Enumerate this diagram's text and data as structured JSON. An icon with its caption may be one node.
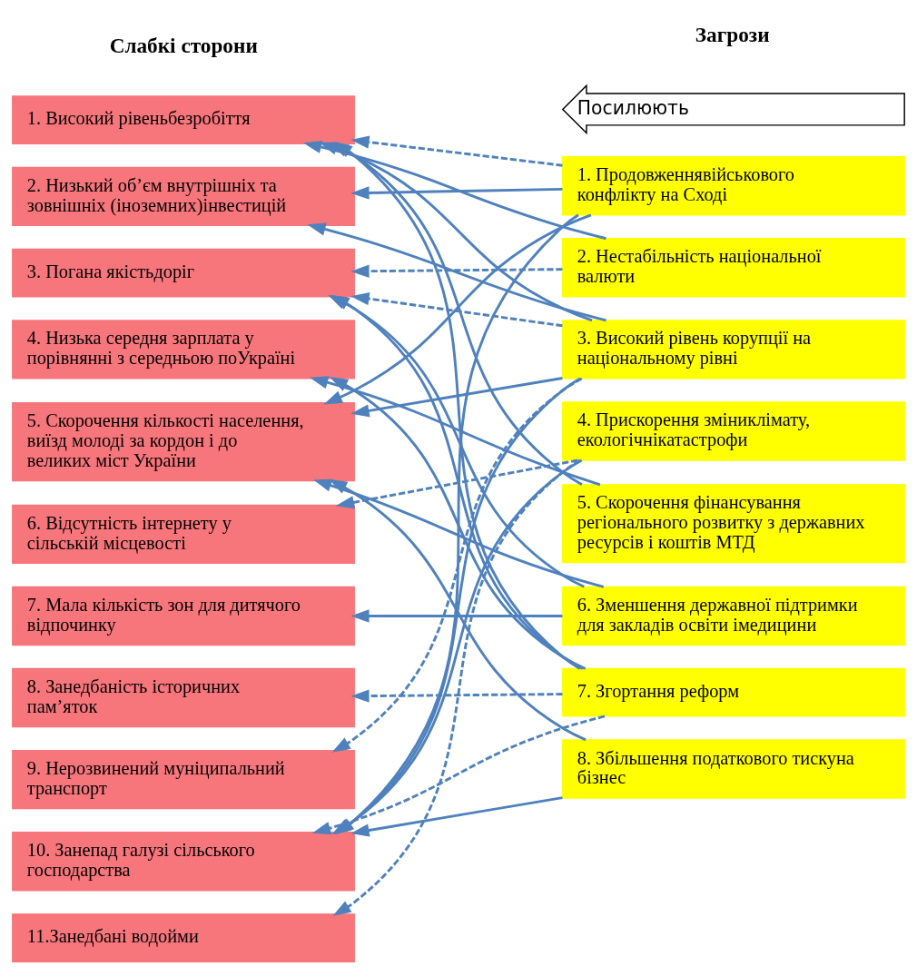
{
  "diagram": {
    "nodes": [
      {
        "text": [
          "1. Високий рівеньбезробіття"
        ]
      },
      {
        "text": [
          "2. Низький об’єм внутрішніх та зовнішніх (іноземних)інвестицій"
        ]
      },
      {
        "text": [
          "3. Погана якістьдоріг"
        ]
      },
      {
        "text": [
          "4. Низька середня зарплата у порівнянні з середньою поУкраїні"
        ]
      },
      {
        "text": [
          "5. Скорочення кількості населення, виїзд молоді за кордон і до великих міст України"
        ]
      },
      {
        "text": [
          "6. Відсутність інтернету у сільській місцевості"
        ]
      },
      {
        "text": [
          "7. Мала кількість зон для дитячого відпочинку"
        ]
      },
      {
        "text": [
          "8. Занедбаність історичних пам’яток"
        ]
      },
      {
        "text": [
          "9. Нерозвинений муніципальний транспорт"
        ]
      },
      {
        "text": [
          "10. Занепад галузі сільського господарства"
        ]
      },
      {
        "text": [
          "11.Занедбані водойми"
        ]
      },
      {
        "text": [
          "1. Продовженнявійськового конфлікту на Сході"
        ]
      },
      {
        "text": [
          "2. Нестабільність національної валюти"
        ]
      },
      {
        "text": [
          "3. Високий рівень корупції на національному рівні"
        ]
      },
      {
        "text": [
          "4. Прискорення зміниклімату, екологічнікатастрофи"
        ]
      },
      {
        "text": [
          "5. Скорочення фінансування регіонального розвитку з державних ресурсів і коштів МТД"
        ]
      },
      {
        "text": [
          "6. Зменшення державної підтримки для закладів освіти імедицини"
        ]
      },
      {
        "text": [
          "7. Згортання реформ"
        ]
      },
      {
        "text": [
          "8. Збільшення податкового тискуна бізнес"
        ]
      },
      {
        "text": [
          "Посилюють"
        ]
      }
    ],
    "edges": [
      {
        "from": 11,
        "to": 0,
        "arrow": "to",
        "style": "dashed"
      },
      {
        "from": 11,
        "to": 1,
        "arrow": "to"
      },
      {
        "from": 11,
        "to": 4,
        "arrow": "to"
      },
      {
        "from": 11,
        "to": 9,
        "arrow": "to"
      },
      {
        "from": 12,
        "to": 0,
        "arrow": "to"
      },
      {
        "from": 12,
        "to": 2,
        "arrow": "to",
        "style": "dashed"
      },
      {
        "from": 13,
        "to": 0,
        "arrow": "to"
      },
      {
        "from": 13,
        "to": 1,
        "arrow": "to"
      },
      {
        "from": 13,
        "to": 2,
        "arrow": "to",
        "style": "dashed"
      },
      {
        "from": 13,
        "to": 4,
        "arrow": "to"
      },
      {
        "from": 13,
        "to": 8,
        "arrow": "to",
        "style": "dashed"
      },
      {
        "from": 13,
        "to": 9,
        "arrow": "to"
      },
      {
        "from": 14,
        "to": 5,
        "arrow": "to",
        "style": "dashed"
      },
      {
        "from": 14,
        "to": 9,
        "arrow": "to"
      },
      {
        "from": 14,
        "to": 10,
        "arrow": "to",
        "style": "dashed"
      },
      {
        "from": 15,
        "to": 3,
        "arrow": "to"
      },
      {
        "from": 15,
        "to": 0,
        "arrow": "to"
      },
      {
        "from": 16,
        "to": 4,
        "arrow": "to"
      },
      {
        "from": 16,
        "to": 6,
        "arrow": "to"
      },
      {
        "from": 16,
        "to": 2,
        "arrow": "to"
      },
      {
        "from": 17,
        "to": 0,
        "arrow": "to"
      },
      {
        "from": 17,
        "to": 2,
        "arrow": "to"
      },
      {
        "from": 17,
        "to": 3,
        "arrow": "to"
      },
      {
        "from": 17,
        "to": 7,
        "arrow": "to",
        "style": "dashed"
      },
      {
        "from": 17,
        "to": 9,
        "arrow": "to",
        "style": "dashed"
      },
      {
        "from": 18,
        "to": 9,
        "arrow": "to"
      },
      {
        "from": 18,
        "to": 4,
        "arrow": "to"
      }
    ],
    "labels": [
      "Слабкі сторони",
      "Загрози"
    ]
  }
}
